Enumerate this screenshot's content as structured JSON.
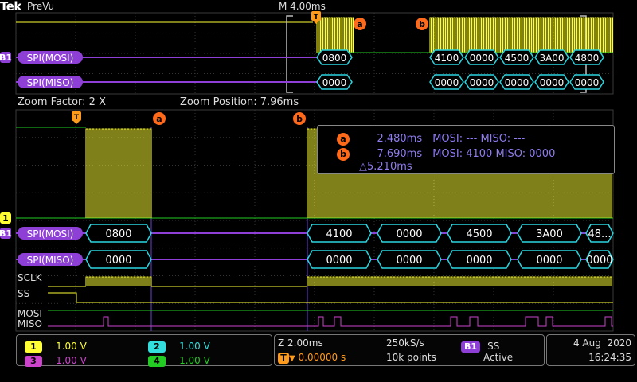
{
  "header": {
    "brand": "Tek",
    "mode": "PreVu",
    "timebase": "M 4.00ms"
  },
  "zoom": {
    "factor_label": "Zoom Factor: 2 X",
    "position_label": "Zoom Position: 7.96ms"
  },
  "markers": {
    "trigger": "T",
    "a": "a",
    "b": "b"
  },
  "overview": {
    "mosi_label": "SPI(MOSI)",
    "miso_label": "SPI(MISO)",
    "mosi_values": [
      "0800",
      "4100",
      "0000",
      "4500",
      "3A00",
      "4800"
    ],
    "miso_values": [
      "0000",
      "0000",
      "0000",
      "0000",
      "0000",
      "0000"
    ]
  },
  "cursor_readout": {
    "a": {
      "time": "2.480ms",
      "data": "MOSI: --- MISO: ---"
    },
    "b": {
      "time": "7.690ms",
      "data": "MOSI: 4100 MISO: 0000"
    },
    "delta": "△5.210ms"
  },
  "zoomed": {
    "ch1_marker": "1",
    "bus_marker": "B1",
    "mosi_label": "SPI(MOSI)",
    "miso_label": "SPI(MISO)",
    "mosi_values": [
      "0800",
      "4100",
      "0000",
      "4500",
      "3A00",
      "48..."
    ],
    "miso_values": [
      "0000",
      "0000",
      "0000",
      "0000",
      "0000",
      "0000"
    ],
    "digital_labels": [
      "SCLK",
      "SS",
      "MOSI",
      "MISO"
    ]
  },
  "status_bar": {
    "channels": [
      {
        "num": "1",
        "scale": "1.00 V",
        "color": "#ffff33"
      },
      {
        "num": "2",
        "scale": "1.00 V",
        "color": "#33dddd"
      },
      {
        "num": "3",
        "scale": "1.00 V",
        "color": "#cc44cc"
      },
      {
        "num": "4",
        "scale": "1.00 V",
        "color": "#22cc22"
      }
    ],
    "zoom_timebase": "Z 2.00ms",
    "trigger_position": "0.00000 s",
    "sample_rate": "250kS/s",
    "record_length": "10k points",
    "bus": {
      "label": "B1",
      "source": "SS",
      "state": "Active"
    },
    "date": "4 Aug  2020",
    "time": "16:24:35"
  },
  "colors": {
    "ch1": "#ffff33",
    "ch2": "#33dddd",
    "ch3": "#cc44cc",
    "ch4": "#22cc22",
    "bus": "#8e3fd6",
    "packet_border": "#2ad6e0",
    "cursor": "#ff6a1a",
    "readout": "#8e7cf0"
  }
}
